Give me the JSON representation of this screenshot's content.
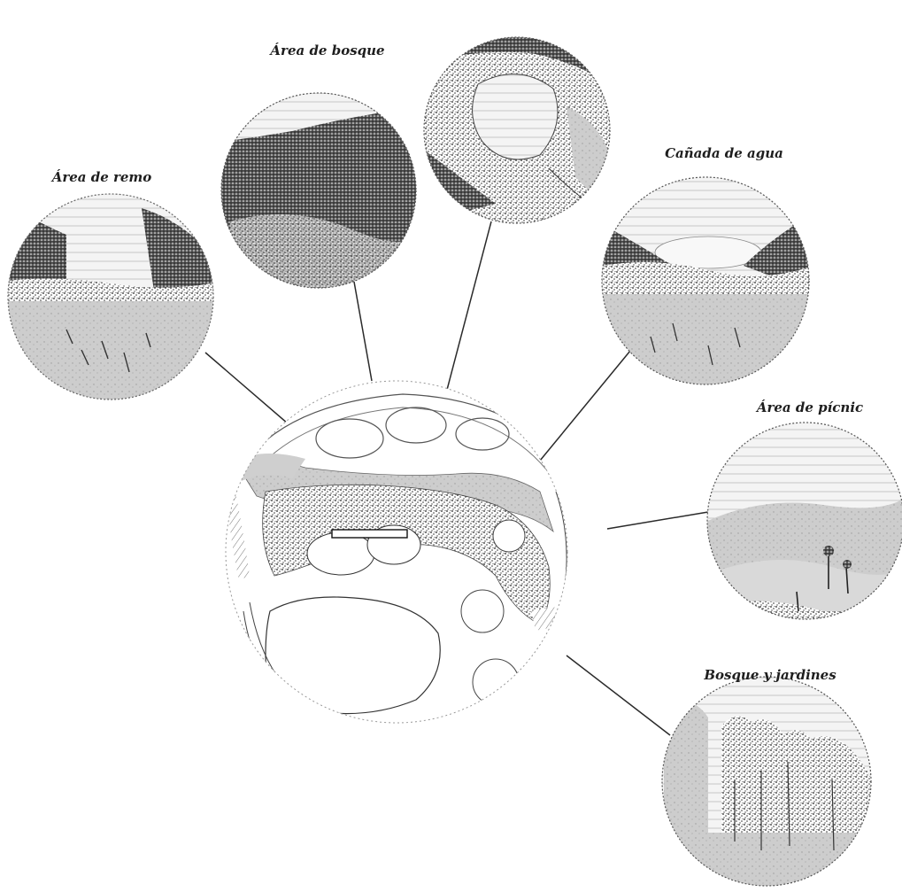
{
  "diagram": {
    "colors": {
      "ink": "#1a1a1a",
      "light_ink": "#6b6b6b",
      "tone": "#c9c9c9",
      "paper": "#ffffff"
    },
    "vignettes": [
      {
        "id": "swim",
        "label": "Área de remo",
        "scene": "wooded hill over water with grass in the foreground"
      },
      {
        "id": "forest",
        "label": "Área de bosque",
        "scene": "dense forest canopy"
      },
      {
        "id": "top",
        "label": "",
        "scene": "rock outcrop surrounded by woodland"
      },
      {
        "id": "contemplation",
        "label": "Cañada de agua",
        "scene": "lake framed by trees and reeds"
      },
      {
        "id": "fields",
        "label": "Área de pícnic",
        "scene": "rolling meadow with scattered trees"
      },
      {
        "id": "gardens",
        "label": "Bosque y jardines",
        "scene": "tall trees and shrubs"
      }
    ],
    "plan": {
      "scene": "site plan with lakes, paths and woodland bands"
    }
  }
}
